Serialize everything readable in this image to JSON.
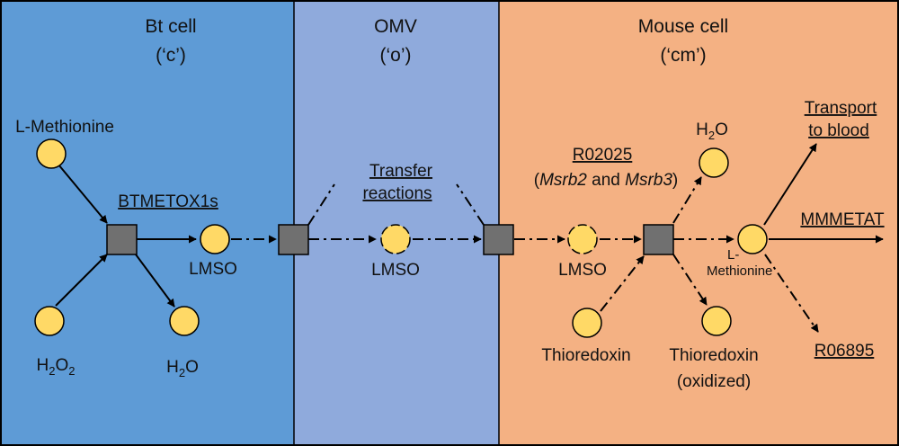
{
  "compartments": {
    "bt": {
      "name": "Bt cell",
      "code": "(‘c’)",
      "color": "#5e9bd6"
    },
    "omv": {
      "name": "OMV",
      "code": "(‘o’)",
      "color": "#8faadc"
    },
    "mouse": {
      "name": "Mouse cell",
      "code": "(‘cm’)",
      "color": "#f4b183"
    }
  },
  "metabolites": {
    "lmet_c": "L-Methionine",
    "h2o2": {
      "base": "H",
      "sub1": "2",
      "mid": "O",
      "sub2": "2"
    },
    "h2o_c": {
      "base": "H",
      "sub": "2",
      "tail": "O"
    },
    "lmso_c": "LMSO",
    "lmso_o": "LMSO",
    "lmso_cm": "LMSO",
    "h2o_cm": {
      "base": "H",
      "sub": "2",
      "tail": "O"
    },
    "thioredoxin": "Thioredoxin",
    "thioredoxin_ox": {
      "line1": "Thioredoxin",
      "line2": "(oxidized)"
    },
    "lmet_cm": {
      "line1": "L-",
      "line2": "Methionine"
    }
  },
  "reactions": {
    "btmetox": "BTMETOX1s",
    "transfer": {
      "line1": "Transfer",
      "line2": "reactions"
    },
    "r02025": {
      "id": "R02025",
      "open": "(",
      "gene1": "Msrb2",
      "and": " and ",
      "gene2": "Msrb3",
      "close": ")"
    },
    "transport": {
      "line1": "Transport",
      "line2": "to blood"
    },
    "mmmetat": "MMMETAT",
    "r06895": "R06895"
  },
  "colors": {
    "metabolite": "#ffd966",
    "reaction_node": "#707070",
    "line": "#000000"
  }
}
